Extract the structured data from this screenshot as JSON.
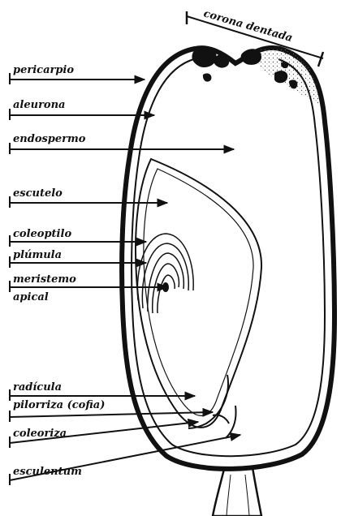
{
  "figure": {
    "crown_label": "corona dentada",
    "labels": {
      "pericarpio": "pericarpio",
      "aleurona": "aleurona",
      "endospermo": "endospermo",
      "escutelo": "escutelo",
      "coleoptilo": "coleoptilo",
      "plumula": "plúmula",
      "meristemo_1": "meristemo",
      "meristemo_2": "apical",
      "radicula": "radícula",
      "pilorriza": "pilorriza (cofia)",
      "coleoriza": "coleoriza",
      "esculentum": "esculentum"
    }
  }
}
